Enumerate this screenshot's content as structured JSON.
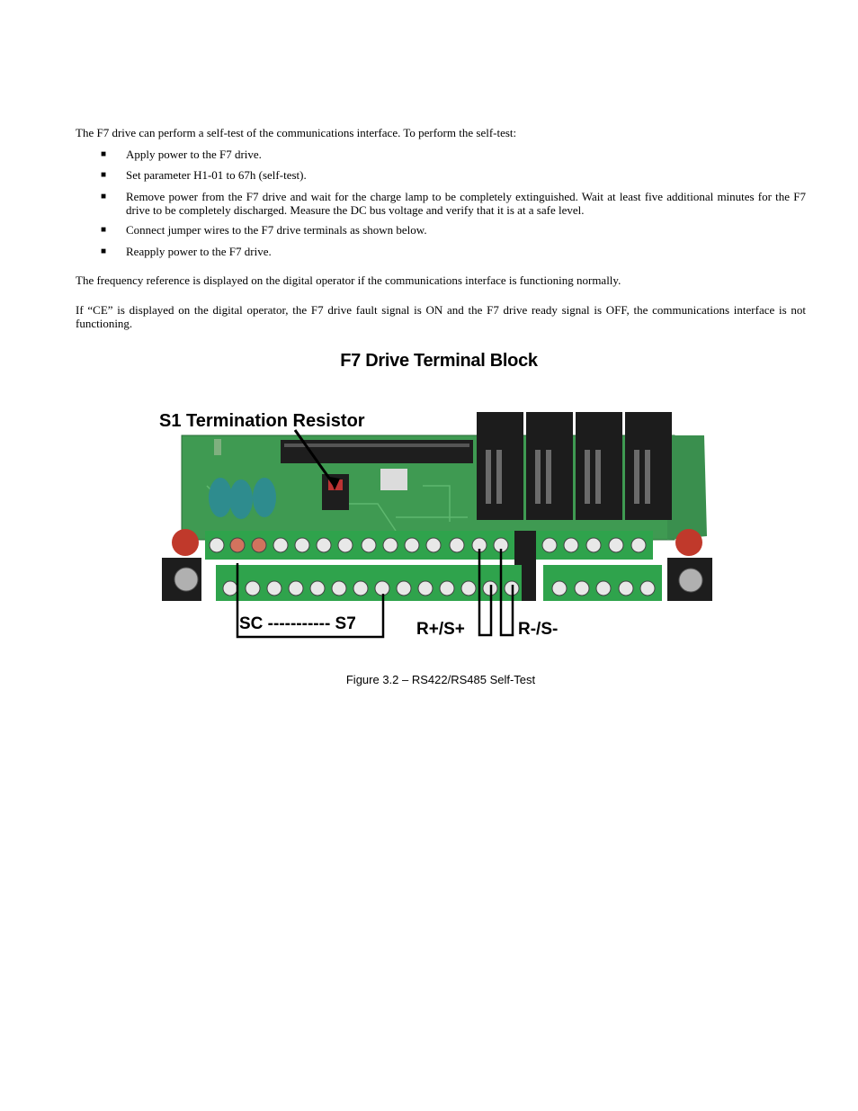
{
  "intro": "The F7 drive can perform a self-test of the communications interface. To perform the self-test:",
  "steps": [
    "Apply power to the F7 drive.",
    "Set parameter H1-01 to 67h (self-test).",
    "Remove power from the F7 drive and wait for the charge lamp to be completely extinguished. Wait at least five additional minutes for the F7 drive to be completely discharged. Measure the DC bus voltage and verify that it is at a safe level.",
    "Connect jumper wires to the F7 drive terminals as shown below.",
    "Reapply power to the F7 drive."
  ],
  "bullet_symbol": "■",
  "normal_text": "The frequency reference is displayed on the digital operator if the communications interface is functioning normally.",
  "fault_text": "If “CE” is displayed on the digital operator, the F7 drive fault signal is ON and the F7 drive ready signal is OFF, the communications interface is not functioning.",
  "figure": {
    "title": "F7 Drive Terminal Block",
    "s1_label": "S1 Termination Resistor",
    "sc_s7_label": "SC ----------- S7",
    "r_plus_label": "R+/S+",
    "r_minus_label": "R-/S-",
    "caption": "Figure 3.2 – RS422/RS485 Self-Test",
    "colors": {
      "pcb": "#3f9a52",
      "terminal_block": "#2fa34c",
      "relay": "#1c1c1c",
      "capacitor": "#2e8c8e"
    }
  }
}
